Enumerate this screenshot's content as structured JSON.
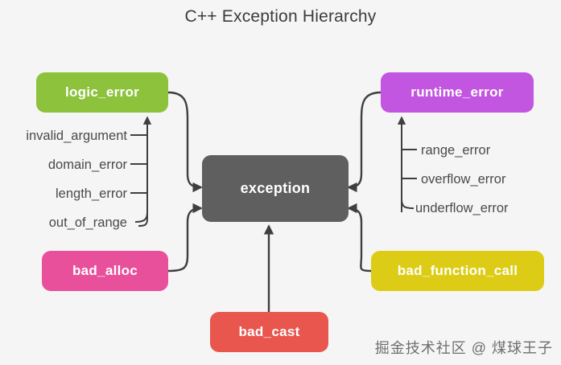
{
  "diagram": {
    "title": "C++ Exception Hierarchy",
    "background_color": "#f5f5f5",
    "edge_color": "#3f3f3f",
    "root": {
      "label": "exception",
      "color": "#5f5f5f",
      "text_color": "#ffffff"
    },
    "nodes": [
      {
        "id": "logic_error",
        "label": "logic_error",
        "color": "#8cc23c",
        "text_color": "#ffffff"
      },
      {
        "id": "runtime_error",
        "label": "runtime_error",
        "color": "#c256e0",
        "text_color": "#ffffff"
      },
      {
        "id": "bad_alloc",
        "label": "bad_alloc",
        "color": "#e8509b",
        "text_color": "#ffffff"
      },
      {
        "id": "bad_function_call",
        "label": "bad_function_call",
        "color": "#ddcc15",
        "text_color": "#ffffff"
      },
      {
        "id": "bad_cast",
        "label": "bad_cast",
        "color": "#e8564e",
        "text_color": "#ffffff"
      }
    ],
    "logic_error_children": [
      "invalid_argument",
      "domain_error",
      "length_error",
      "out_of_range"
    ],
    "runtime_error_children": [
      "range_error",
      "overflow_error",
      "underflow_error"
    ],
    "leaf_text_color": "#4a4a4a"
  },
  "watermark": {
    "text": "掘金技术社区 @ 煤球王子"
  }
}
